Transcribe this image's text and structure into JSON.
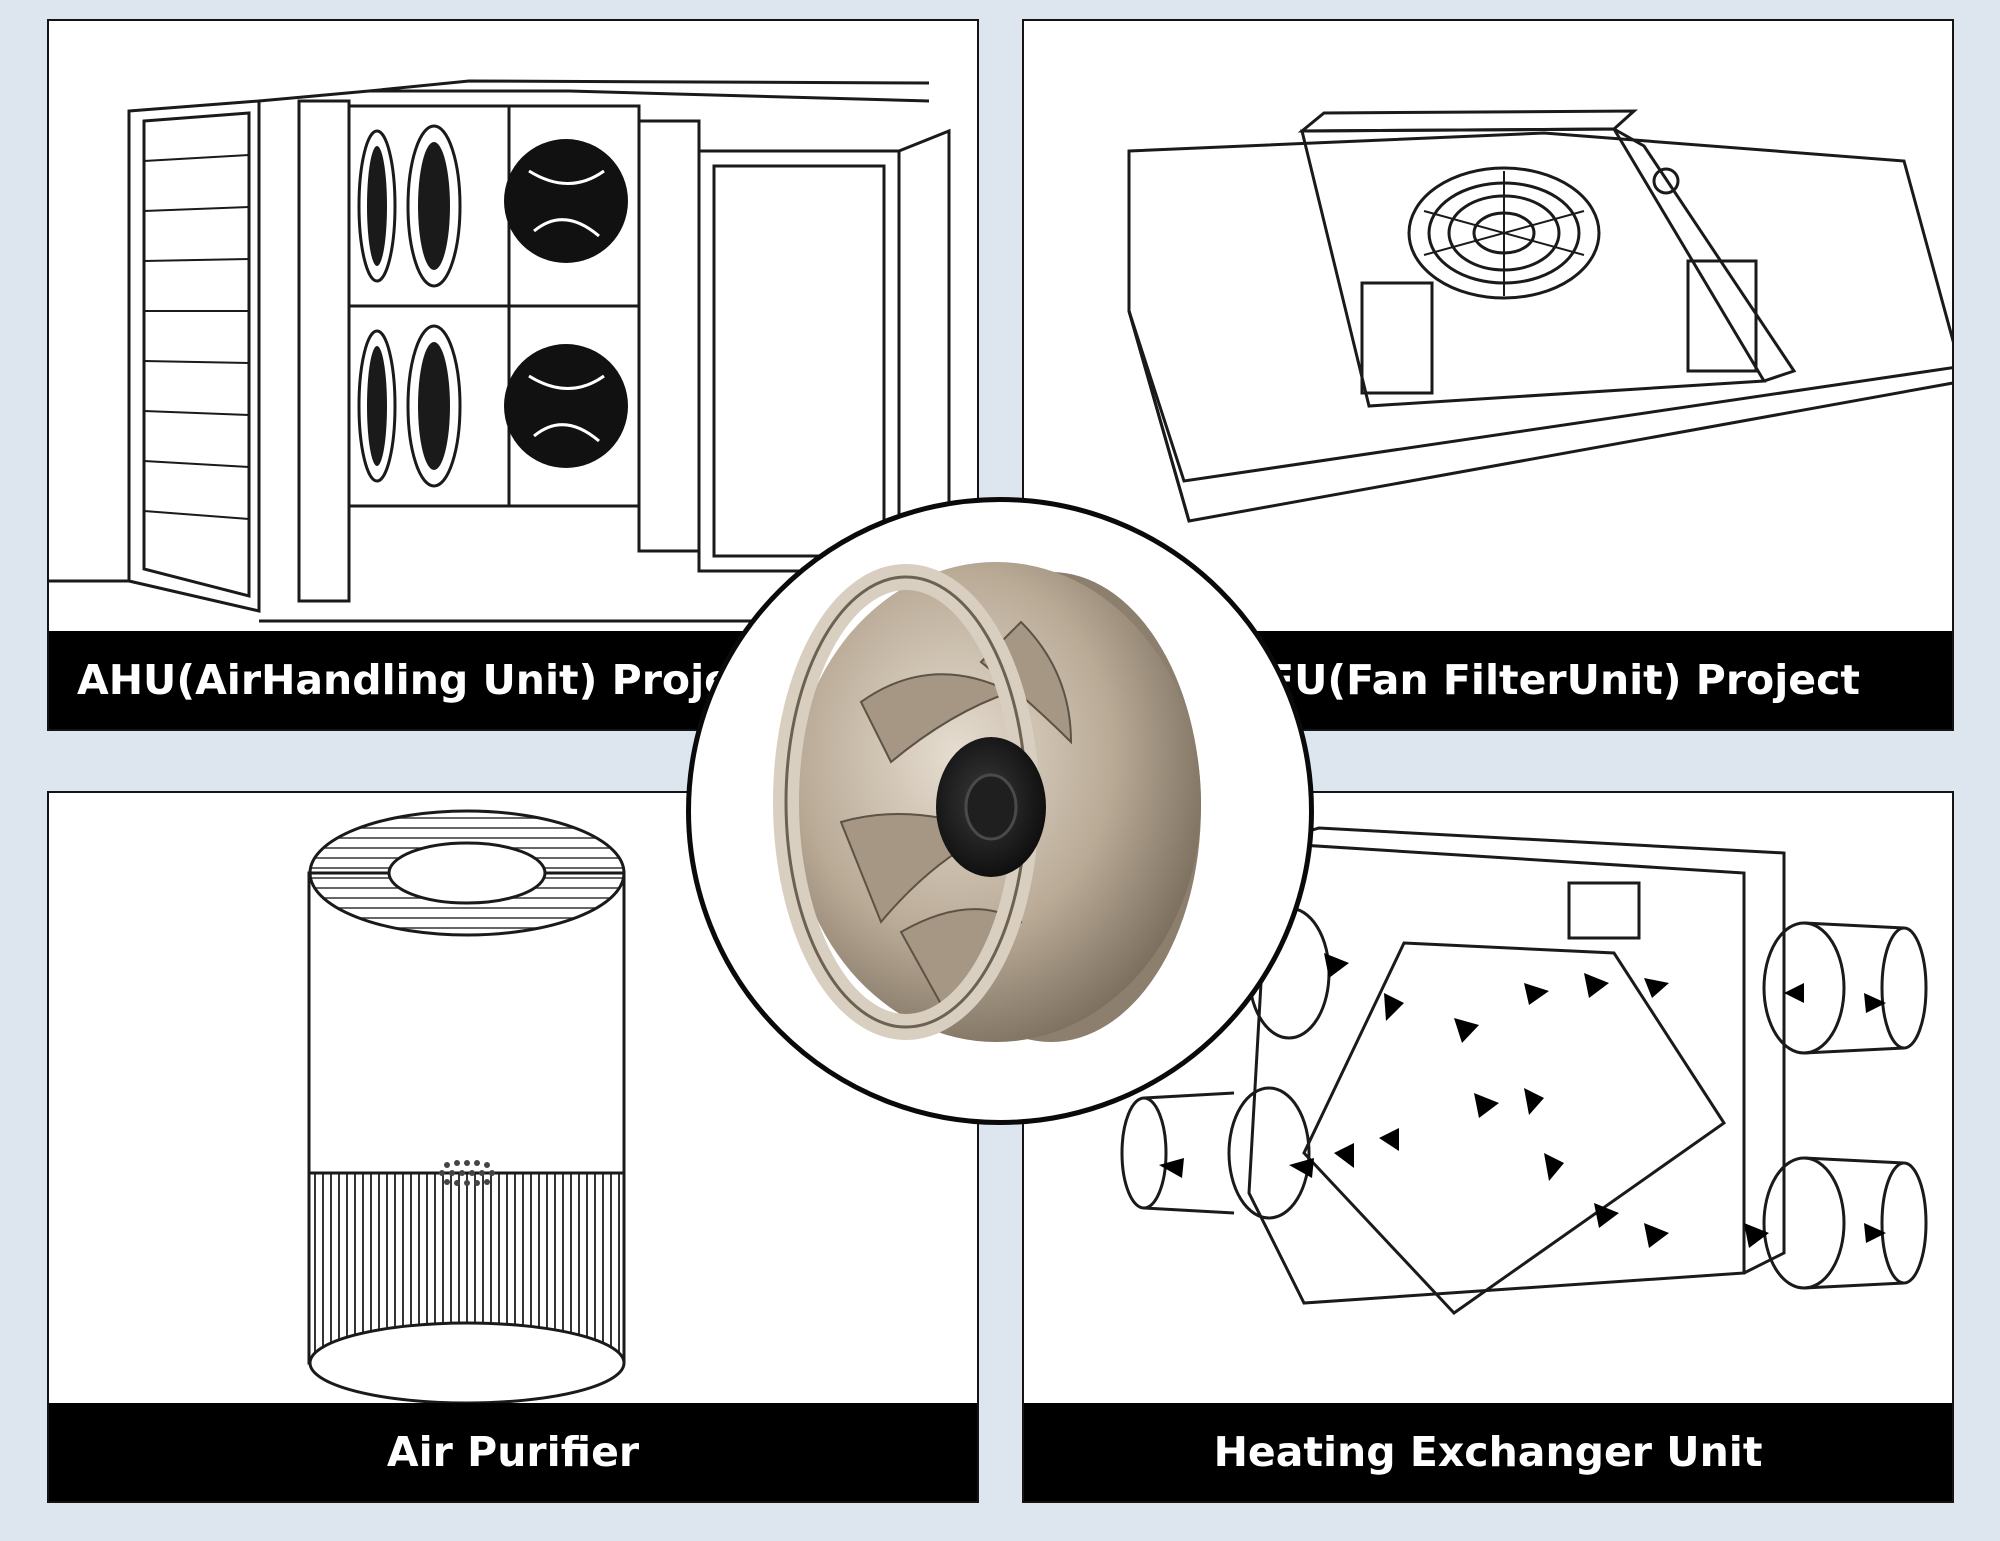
{
  "panels": {
    "ahu": {
      "caption": "AHU(AirHandling Unit) Project",
      "icon": "air-handling-unit-drawing"
    },
    "ffu": {
      "caption": "FFU(Fan FilterUnit) Project",
      "icon": "fan-filter-unit-drawing"
    },
    "purifier": {
      "caption": "Air Purifier",
      "icon": "air-purifier-drawing"
    },
    "hex": {
      "caption": "Heating Exchanger Unit",
      "icon": "heat-exchanger-drawing"
    }
  },
  "center": {
    "icon": "centrifugal-fan-impeller-photo"
  },
  "colors": {
    "background": "#dde5ef",
    "caption_bar": "#000000",
    "caption_text": "#ffffff",
    "line_art": "#1a1a1a",
    "impeller_metal": "#b9aa96"
  }
}
